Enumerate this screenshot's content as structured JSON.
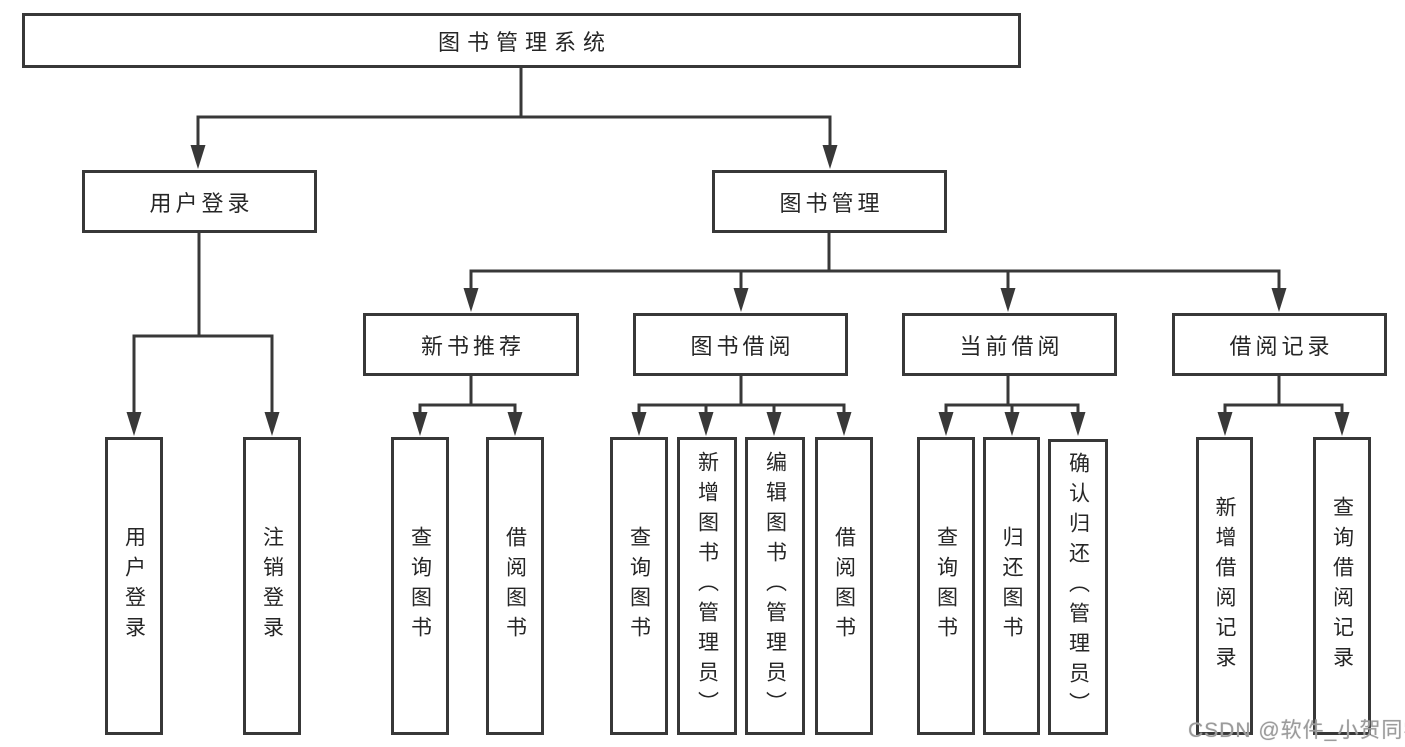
{
  "diagram": {
    "tree": {
      "label": "图书管理系统",
      "children": [
        {
          "label": "用户登录",
          "children": [
            "用户登录",
            "注销登录"
          ]
        },
        {
          "label": "图书管理",
          "children": [
            {
              "label": "新书推荐",
              "children": [
                "查询图书",
                "借阅图书"
              ]
            },
            {
              "label": "图书借阅",
              "children": [
                "查询图书",
                "新增图书（管理员）",
                "编辑图书（管理员）",
                "借阅图书"
              ]
            },
            {
              "label": "当前借阅",
              "children": [
                "查询图书",
                "归还图书",
                "确认归还（管理员）"
              ]
            },
            {
              "label": "借阅记录",
              "children": [
                "新增借阅记录",
                "查询借阅记录"
              ]
            }
          ]
        }
      ]
    }
  },
  "watermark": "CSDN @软件_小贺同学",
  "colors": {
    "line": "#383838",
    "box_border": "#383838",
    "box_fill": "#ffffff",
    "text": "#262626",
    "watermark": "#9b9b9b",
    "background": "#ffffff"
  }
}
